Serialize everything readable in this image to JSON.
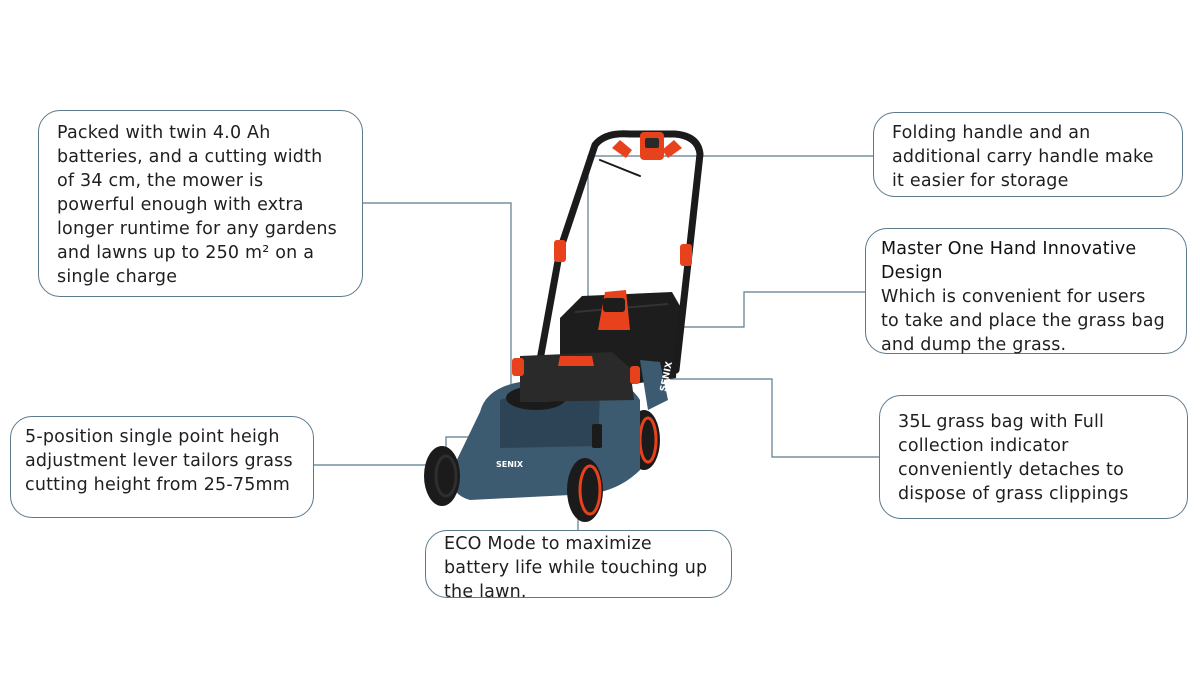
{
  "callouts": {
    "batteries": "Packed with twin 4.0 Ah batteries, and a cutting width of 34 cm, the mower is powerful enough with extra longer runtime for any gardens and lawns up to 250 m² on a single charge",
    "folding_handle": "Folding handle and an additional carry handle make it easier for storage",
    "one_hand": {
      "title": "Master One Hand Innovative Design",
      "body": "Which is convenient for users to take and place the grass bag and dump the grass."
    },
    "height_adjust": "5-position single point heigh adjustment lever tailors grass cutting height from 25-75mm",
    "grass_bag": "35L grass bag with Full collection indicator conveniently detaches to dispose of grass clippings",
    "eco_mode": "ECO Mode to maximize battery life while touching up the lawn."
  },
  "product": {
    "brand_deck": "SENIX",
    "brand_bag": "SENIX"
  },
  "colors": {
    "deck_blue": "#3c5a70",
    "accent_orange": "#e8421c",
    "frame_black": "#1b1b1b",
    "connector_line": "#5b7a8c"
  }
}
